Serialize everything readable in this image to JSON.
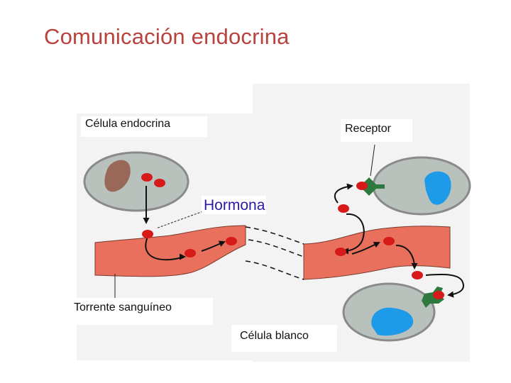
{
  "title": "Comunicación endocrina",
  "labels": {
    "endocrine_cell": "Célula endocrina",
    "receptor": "Receptor",
    "hormone": "Hormona",
    "bloodstream": "Torrente sanguíneo",
    "target_cell": "Célula blanco"
  },
  "colors": {
    "title": "#b8423d",
    "hormone_label": "#2b1aa8",
    "cell_body": "#b9c1bd",
    "cell_border": "#8a8a8a",
    "nucleus_endocrine": "#9a6858",
    "nucleus_target": "#1d9be8",
    "blood_vessel": "#e8705c",
    "hormone_molecule": "#d61a1a",
    "receptor": "#2e7a3e"
  }
}
